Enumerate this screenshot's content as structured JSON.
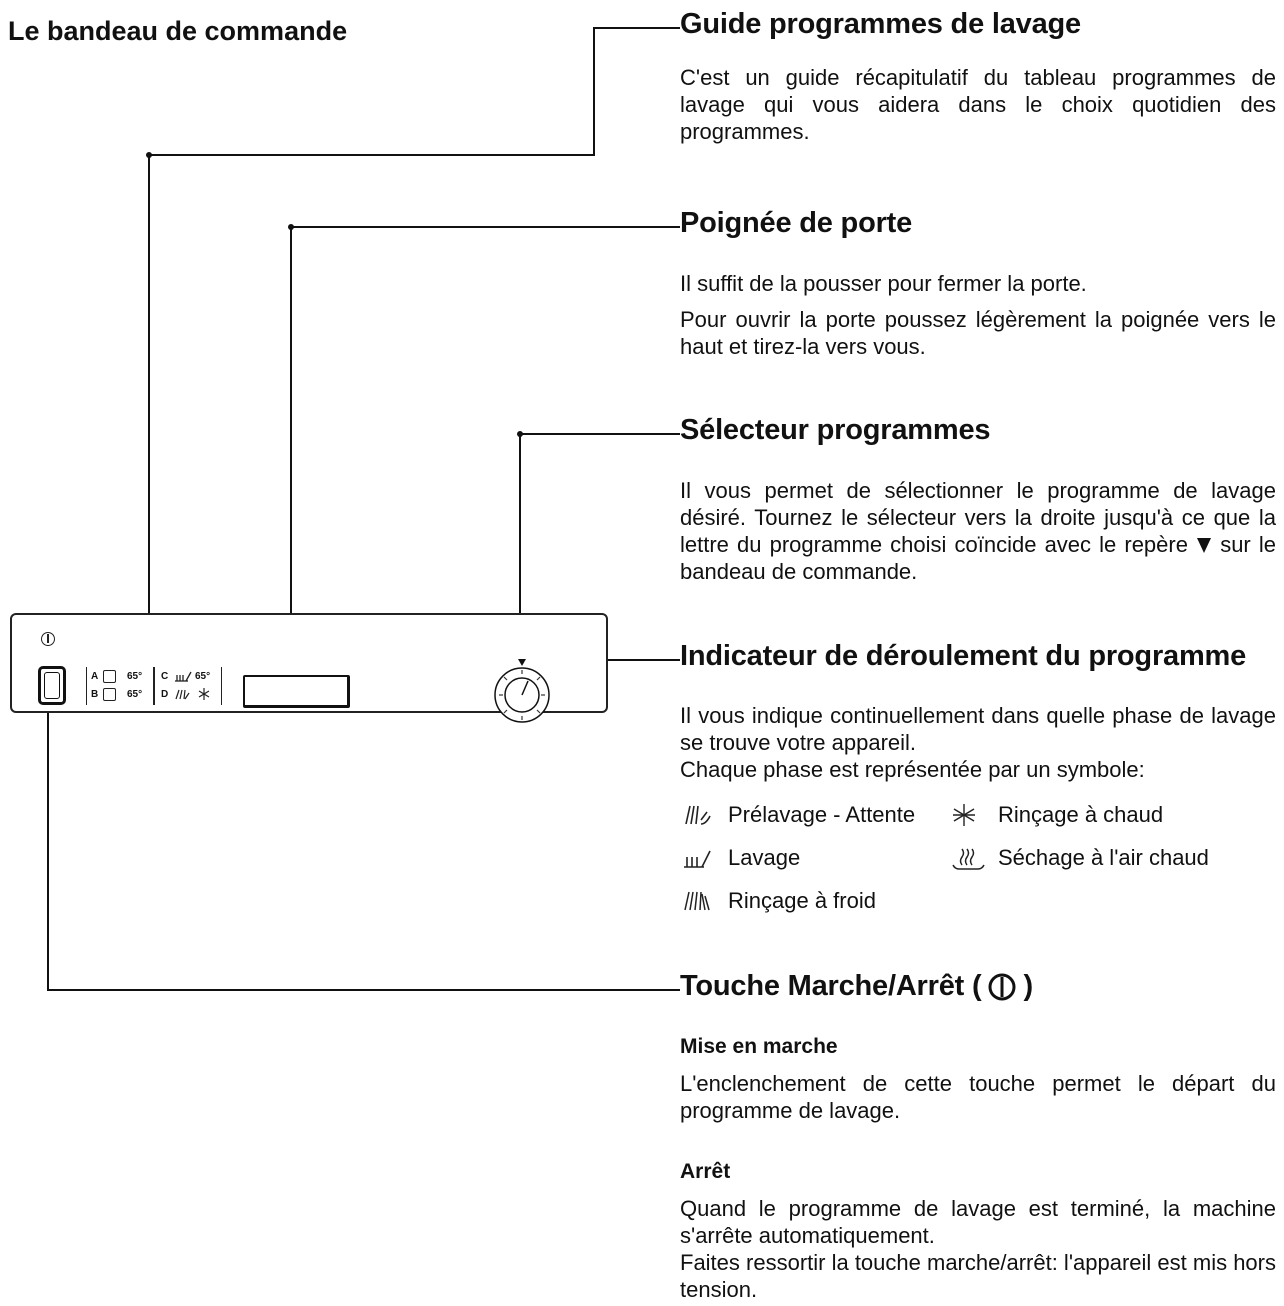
{
  "page": {
    "title": "Le bandeau de commande"
  },
  "sections": {
    "guide": {
      "title": "Guide programmes de lavage",
      "text": "C'est un guide récapitulatif du tableau programmes de lavage  qui vous aidera dans le choix quotidien des programmes."
    },
    "poignee": {
      "title": "Poignée de porte",
      "text1": "Il suffit de la pousser pour fermer la porte.",
      "text2": "Pour ouvrir la porte poussez légèrement la poignée vers le haut et tirez-la vers vous."
    },
    "selecteur": {
      "title": "Sélecteur programmes",
      "text_before": "Il vous permet de sélectionner le programme de lavage désiré. Tournez le sélecteur vers la droite jusqu'à ce que la lettre du programme choisi coïncide avec le repère",
      "text_after": "sur le bandeau de commande."
    },
    "indicateur": {
      "title": "Indicateur de déroulement du programme",
      "text1": "Il vous indique continuellement dans quelle phase de lavage se trouve votre appareil.",
      "text2": "Chaque phase est représentée par un symbole:",
      "phases": [
        {
          "icon": "prewash-icon",
          "label": "Prélavage - Attente"
        },
        {
          "icon": "hot-rinse-icon",
          "label": "Rinçage à chaud"
        },
        {
          "icon": "wash-icon",
          "label": "Lavage"
        },
        {
          "icon": "hot-air-dry-icon",
          "label": "Séchage à l'air chaud"
        },
        {
          "icon": "cold-rinse-icon",
          "label": "Rinçage à froid"
        }
      ]
    },
    "touche": {
      "title": "Touche Marche/Arrêt (",
      "title_end": ")",
      "sub1": "Mise en marche",
      "text1": "L'enclenchement de cette touche permet le départ du programme de lavage.",
      "sub2": "Arrêt",
      "text2": "Quand le programme de lavage est terminé, la machine s'arrête automatiquement.",
      "text3": "Faites ressortir la touche marche/arrêt: l'appareil est mis hors tension."
    }
  },
  "panel": {
    "row_a_letter": "A",
    "row_b_letter": "B",
    "row_c_letter": "C",
    "row_d_letter": "D",
    "temp_a": "65°",
    "temp_b": "65°",
    "temp_c": "65°"
  }
}
